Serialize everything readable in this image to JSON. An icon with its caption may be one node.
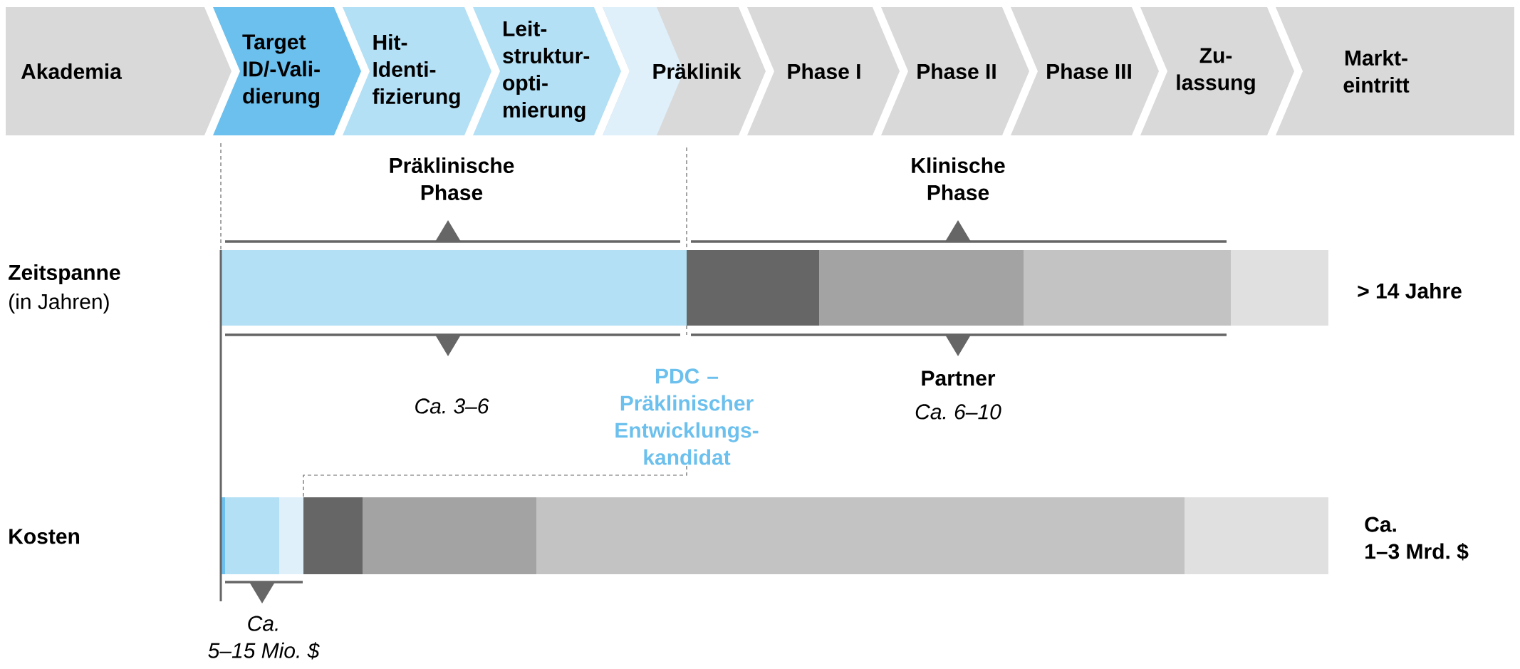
{
  "diagram": {
    "nodes": [
      {
        "text": [
          "Akademia"
        ]
      },
      {
        "text": [
          "Target ID/-Vali- dierung"
        ]
      },
      {
        "text": [
          "Hit- Identi- fizierung"
        ]
      },
      {
        "text": [
          "Leit- struktur- opti- mierung"
        ]
      },
      {
        "text": [
          "Präklinik"
        ]
      },
      {
        "text": [
          "Phase I"
        ]
      },
      {
        "text": [
          "Phase II"
        ]
      },
      {
        "text": [
          "Phase III"
        ]
      },
      {
        "text": [
          "Zu- lassung"
        ]
      },
      {
        "text": [
          "Markt- eintritt"
        ]
      }
    ],
    "labels": [
      "Präklinische Phase",
      "Klinische Phase",
      "Zeitspanne",
      "(in Jahren)",
      "> 14 Jahre",
      "Ca. 3–6",
      "PDC – Präklinischer Entwicklungs- kandidat",
      "Partner",
      "Ca. 6–10",
      "Kosten",
      "Ca. 1–3 Mrd. $",
      "Ca. 5–15 Mio. $"
    ]
  }
}
